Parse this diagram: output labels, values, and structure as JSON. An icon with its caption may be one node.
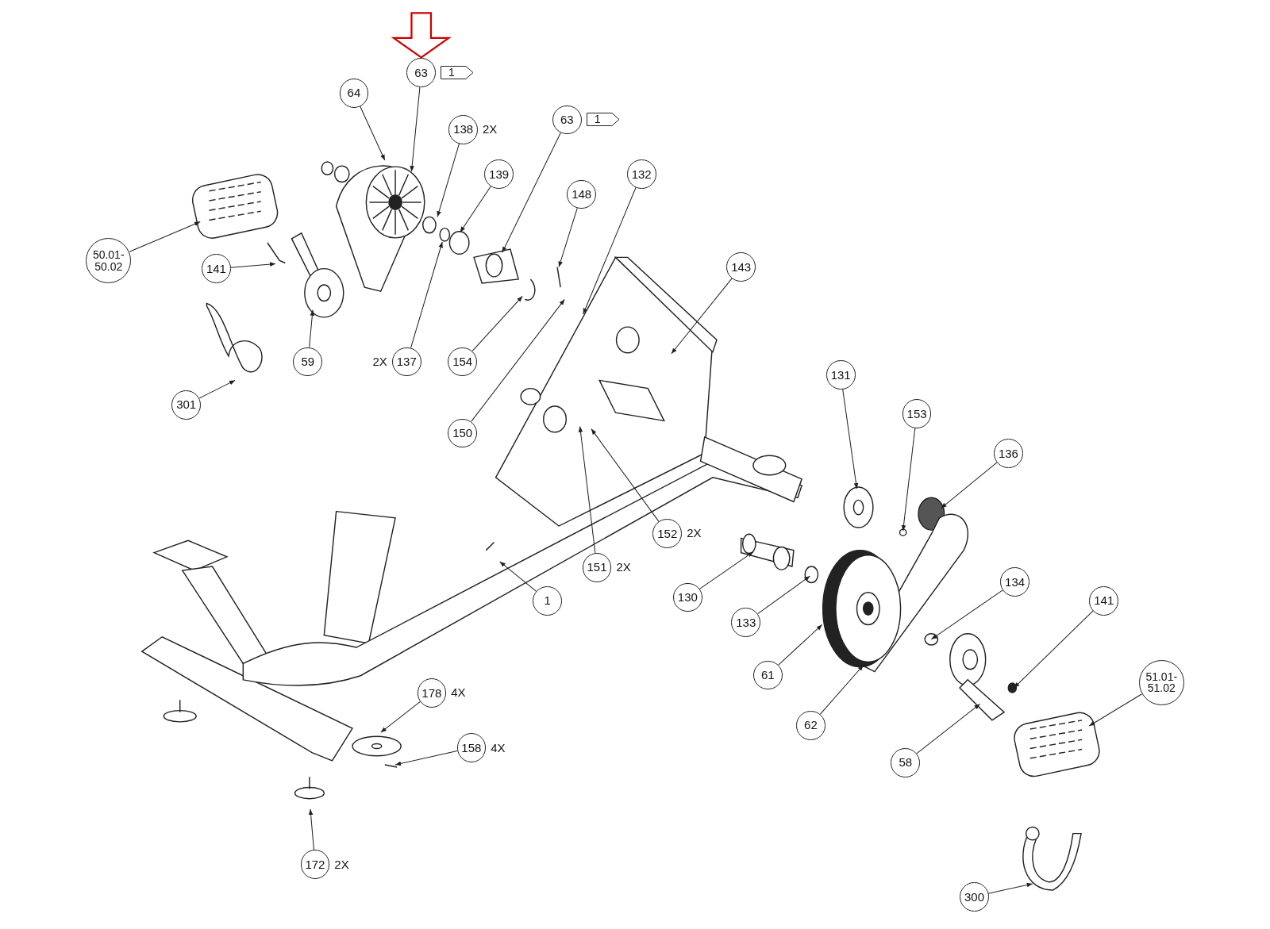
{
  "diagram": {
    "nodes": [
      {
        "text": [
          "63"
        ],
        "beside": [
          "1"
        ]
      },
      {
        "text": [
          "64"
        ]
      },
      {
        "text": [
          "138"
        ],
        "beside": [
          "2X"
        ]
      },
      {
        "text": [
          "63"
        ],
        "beside": [
          "1"
        ]
      },
      {
        "text": [
          "139"
        ]
      },
      {
        "text": [
          "148"
        ]
      },
      {
        "text": [
          "132"
        ]
      },
      {
        "text": [
          "50.01- 50.02"
        ]
      },
      {
        "text": [
          "141"
        ]
      },
      {
        "text": [
          "143"
        ]
      },
      {
        "text": [
          "59"
        ]
      },
      {
        "text": [
          "137"
        ],
        "beside": [
          "2X"
        ]
      },
      {
        "text": [
          "154"
        ]
      },
      {
        "text": [
          "301"
        ]
      },
      {
        "text": [
          "150"
        ]
      },
      {
        "text": [
          "131"
        ]
      },
      {
        "text": [
          "153"
        ]
      },
      {
        "text": [
          "136"
        ]
      },
      {
        "text": [
          "152"
        ],
        "beside": [
          "2X"
        ]
      },
      {
        "text": [
          "151"
        ],
        "beside": [
          "2X"
        ]
      },
      {
        "text": [
          "1"
        ]
      },
      {
        "text": [
          "130"
        ]
      },
      {
        "text": [
          "133"
        ]
      },
      {
        "text": [
          "134"
        ]
      },
      {
        "text": [
          "141"
        ]
      },
      {
        "text": [
          "61"
        ]
      },
      {
        "text": [
          "51.01- 51.02"
        ]
      },
      {
        "text": [
          "62"
        ]
      },
      {
        "text": [
          "178"
        ],
        "beside": [
          "4X"
        ]
      },
      {
        "text": [
          "158"
        ],
        "beside": [
          "4X"
        ]
      },
      {
        "text": [
          "58"
        ]
      },
      {
        "text": [
          "172"
        ],
        "beside": [
          "2X"
        ]
      },
      {
        "text": [
          "300"
        ]
      }
    ],
    "edges": [
      {
        "from": null,
        "to": 0,
        "arrow": "to",
        "style": "thick",
        "color": "#cc0000"
      },
      {
        "from": 0,
        "to": null,
        "arrow": "to"
      },
      {
        "from": 1,
        "to": null,
        "arrow": "to"
      },
      {
        "from": 2,
        "to": null,
        "arrow": "to"
      },
      {
        "from": 3,
        "to": null,
        "arrow": "to"
      },
      {
        "from": 4,
        "to": null,
        "arrow": "to"
      },
      {
        "from": 5,
        "to": null,
        "arrow": "to"
      },
      {
        "from": 6,
        "to": null,
        "arrow": "to"
      },
      {
        "from": 7,
        "to": null,
        "arrow": "to"
      },
      {
        "from": 8,
        "to": null,
        "arrow": "to"
      },
      {
        "from": 9,
        "to": null,
        "arrow": "to"
      },
      {
        "from": 10,
        "to": null,
        "arrow": "to"
      },
      {
        "from": 11,
        "to": null,
        "arrow": "to"
      },
      {
        "from": 12,
        "to": null,
        "arrow": "to"
      },
      {
        "from": 13,
        "to": null,
        "arrow": "to"
      },
      {
        "from": 14,
        "to": null,
        "arrow": "to"
      },
      {
        "from": 15,
        "to": null,
        "arrow": "to"
      },
      {
        "from": 16,
        "to": null,
        "arrow": "to"
      },
      {
        "from": 17,
        "to": null,
        "arrow": "to"
      },
      {
        "from": 18,
        "to": null,
        "arrow": "to"
      },
      {
        "from": 19,
        "to": null,
        "arrow": "to"
      },
      {
        "from": 20,
        "to": null,
        "arrow": "to"
      },
      {
        "from": 21,
        "to": null,
        "arrow": "to"
      },
      {
        "from": 22,
        "to": null,
        "arrow": "to"
      },
      {
        "from": 23,
        "to": null,
        "arrow": "to"
      },
      {
        "from": 24,
        "to": null,
        "arrow": "to"
      },
      {
        "from": 25,
        "to": null,
        "arrow": "to"
      },
      {
        "from": 26,
        "to": null,
        "arrow": "to"
      },
      {
        "from": 27,
        "to": null,
        "arrow": "to"
      },
      {
        "from": 28,
        "to": null,
        "arrow": "to"
      },
      {
        "from": 29,
        "to": null,
        "arrow": "to"
      },
      {
        "from": 30,
        "to": null,
        "arrow": "to"
      },
      {
        "from": 31,
        "to": null,
        "arrow": "to"
      },
      {
        "from": 32,
        "to": null,
        "arrow": "to"
      }
    ]
  }
}
